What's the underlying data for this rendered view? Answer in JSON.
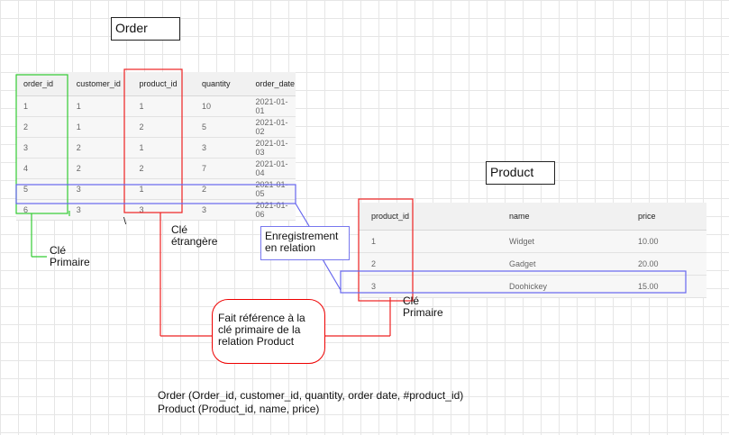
{
  "order": {
    "title": "Order",
    "columns": [
      "order_id",
      "customer_id",
      "product_id",
      "quantity",
      "order_date"
    ],
    "rows": [
      [
        "1",
        "1",
        "1",
        "10",
        "2021-01-01"
      ],
      [
        "2",
        "1",
        "2",
        "5",
        "2021-01-02"
      ],
      [
        "3",
        "2",
        "1",
        "3",
        "2021-01-03"
      ],
      [
        "4",
        "2",
        "2",
        "7",
        "2021-01-04"
      ],
      [
        "5",
        "3",
        "1",
        "2",
        "2021-01-05"
      ],
      [
        "6",
        "3",
        "3",
        "3",
        "2021-01-06"
      ]
    ]
  },
  "product": {
    "title": "Product",
    "columns": [
      "product_id",
      "name",
      "price"
    ],
    "rows": [
      [
        "1",
        "Widget",
        "10.00"
      ],
      [
        "2",
        "Gadget",
        "20.00"
      ],
      [
        "3",
        "Doohickey",
        "15.00"
      ]
    ]
  },
  "annotations": {
    "order_pk_line1": "Clé",
    "order_pk_line2": "Primaire",
    "fk_line1": "Clé",
    "fk_line2": "étrangère",
    "related_line1": "Enregistrement",
    "related_line2": "en relation",
    "product_pk_line1": "Clé",
    "product_pk_line2": "Primaire",
    "reference_line1": "Fait référence à la",
    "reference_line2": "clé primaire de la",
    "reference_line3": "relation Product",
    "stray_mark": "\\"
  },
  "schema": {
    "order": "Order (Order_id, customer_id, quantity, order date, #product_id)",
    "product": "Product (Product_id, name, price)"
  },
  "colors": {
    "primary_key": "#33cc33",
    "foreign_key": "#ee2222",
    "related_record": "#6666ee"
  }
}
